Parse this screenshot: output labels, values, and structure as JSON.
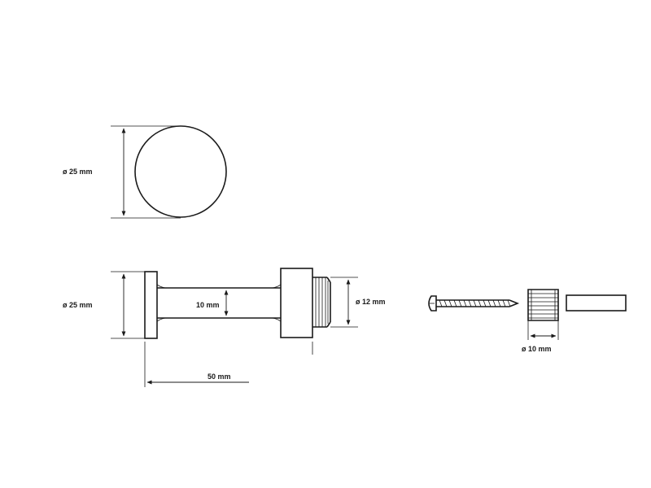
{
  "labels": {
    "top_view_diameter": "ø 25 mm",
    "side_flange_diameter": "ø 25 mm",
    "rod_diameter": "10 mm",
    "thread_diameter": "ø 12 mm",
    "length": "50 mm",
    "plug_diameter": "ø 10 mm"
  }
}
